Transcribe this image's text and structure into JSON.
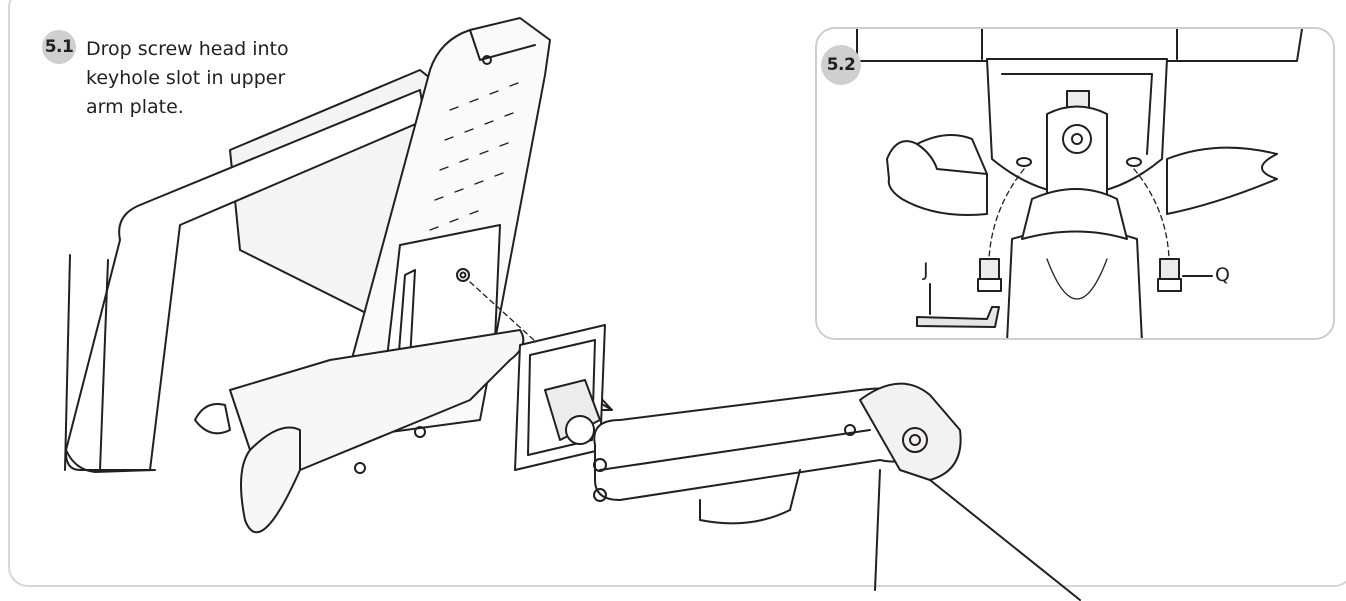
{
  "step_5_1": {
    "number": "5.1",
    "instruction": "Drop screw head into keyhole slot in upper arm plate."
  },
  "step_5_2": {
    "number": "5.2",
    "callouts": {
      "hex_key": "J",
      "screw": "Q"
    }
  },
  "colors": {
    "line": "#231f20",
    "badge": "#cfcfcf",
    "border": "#d6d6d6",
    "shade": "#ececec"
  }
}
